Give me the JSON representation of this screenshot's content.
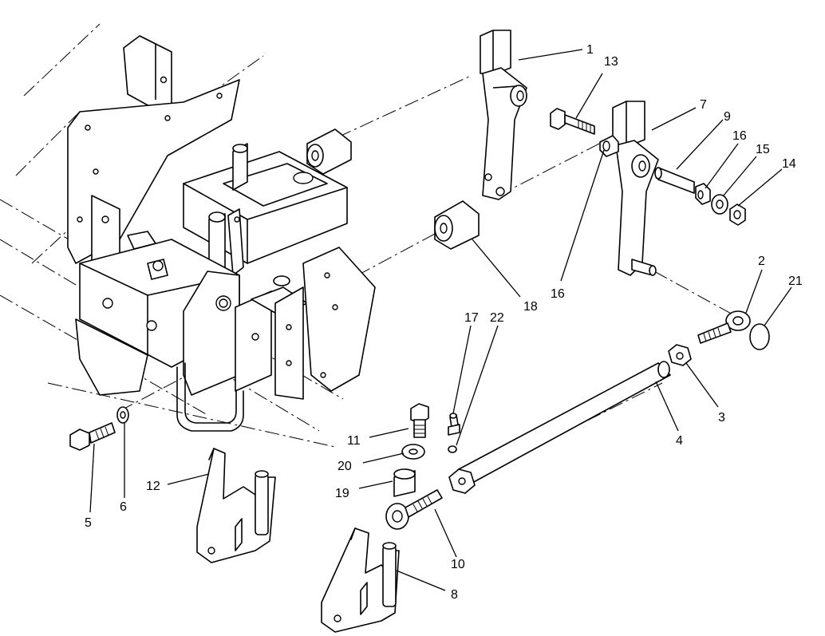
{
  "diagram": {
    "callouts": [
      {
        "id": "1",
        "label": "1"
      },
      {
        "id": "2",
        "label": "2"
      },
      {
        "id": "3",
        "label": "3"
      },
      {
        "id": "4",
        "label": "4"
      },
      {
        "id": "5",
        "label": "5"
      },
      {
        "id": "6",
        "label": "6"
      },
      {
        "id": "7",
        "label": "7"
      },
      {
        "id": "8",
        "label": "8"
      },
      {
        "id": "9",
        "label": "9"
      },
      {
        "id": "10",
        "label": "10"
      },
      {
        "id": "11",
        "label": "11"
      },
      {
        "id": "12",
        "label": "12"
      },
      {
        "id": "13",
        "label": "13"
      },
      {
        "id": "14",
        "label": "14"
      },
      {
        "id": "15",
        "label": "15"
      },
      {
        "id": "16a",
        "label": "16"
      },
      {
        "id": "16b",
        "label": "16"
      },
      {
        "id": "17",
        "label": "17"
      },
      {
        "id": "18",
        "label": "18"
      },
      {
        "id": "19",
        "label": "19"
      },
      {
        "id": "20",
        "label": "20"
      },
      {
        "id": "21",
        "label": "21"
      },
      {
        "id": "22",
        "label": "22"
      }
    ]
  }
}
